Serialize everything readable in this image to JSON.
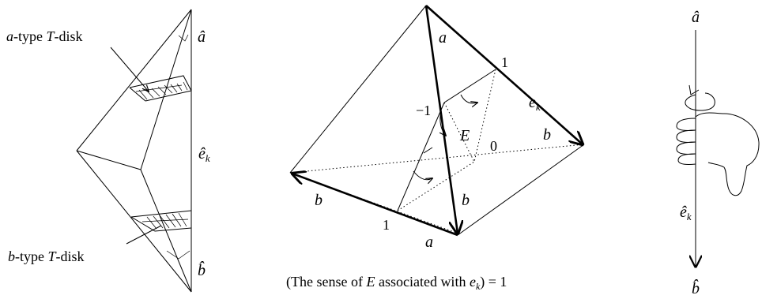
{
  "left_figure": {
    "a_disk_label_math": "a",
    "a_disk_label_text": "-type ",
    "a_disk_label_T": "T",
    "a_disk_label_suffix": "-disk",
    "b_disk_label_math": "b",
    "b_disk_label_text": "-type ",
    "b_disk_label_T": "T",
    "b_disk_label_suffix": "-disk",
    "top_vertex_label": "â",
    "edge_label_base": "ê",
    "edge_label_sub": "k",
    "bottom_vertex_label": "b̂"
  },
  "middle_figure": {
    "edge_a_top": "a",
    "edge_a_bottom": "a",
    "edge_b_left": "b",
    "edge_b_right": "b",
    "edge_b_center": "b",
    "edge_e_base": "e",
    "edge_e_sub": "k",
    "label_one_top": "1",
    "label_one_bottom": "1",
    "label_minus_one": "−1",
    "label_zero": "0",
    "label_E": "E",
    "caption": {
      "open": "(The sense of ",
      "E": "E",
      "mid": " associated with ",
      "e": "e",
      "sub": "k",
      "close": ") = 1"
    }
  },
  "right_figure": {
    "top_label": "â",
    "edge_label_base": "ê",
    "edge_label_sub": "k",
    "bottom_label": "b̂"
  }
}
